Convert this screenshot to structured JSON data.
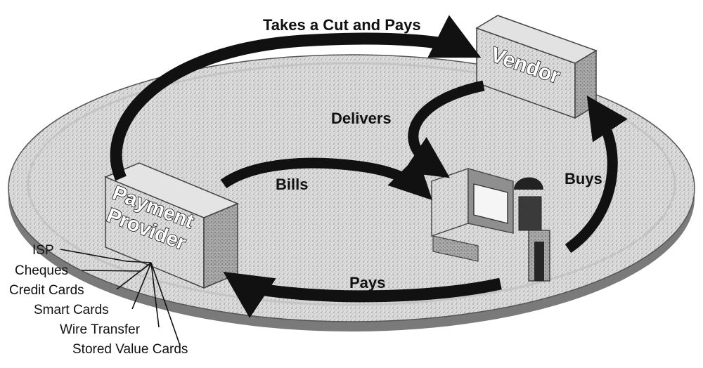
{
  "flows": {
    "takes_cut": "Takes a Cut and Pays",
    "delivers": "Delivers",
    "bills": "Bills",
    "buys": "Buys",
    "pays": "Pays"
  },
  "parties": {
    "vendor": "Vendor",
    "payment_provider_line1": "Payment",
    "payment_provider_line2": "Provider"
  },
  "payment_methods": [
    "ISP",
    "Cheques",
    "Credit Cards",
    "Smart Cards",
    "Wire Transfer",
    "Stored Value Cards"
  ]
}
